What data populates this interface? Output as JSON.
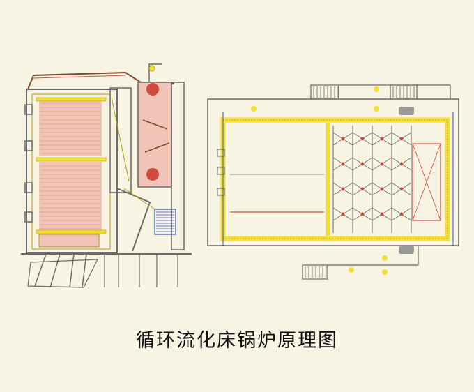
{
  "caption": "循环流化床锅炉原理图",
  "colors": {
    "background": "#f7f4e3",
    "steel": "#6a6a6a",
    "yellow": "#f3df3a",
    "yellow_edge": "#b39b14",
    "red": "#cf4a3f",
    "pink": "#f2c3b7",
    "pink_tube": "#e8a596",
    "blue": "#3a4fb0",
    "brown": "#7b4a2a"
  },
  "icons": [
    "boiler-side-view",
    "boiler-plan-view"
  ]
}
